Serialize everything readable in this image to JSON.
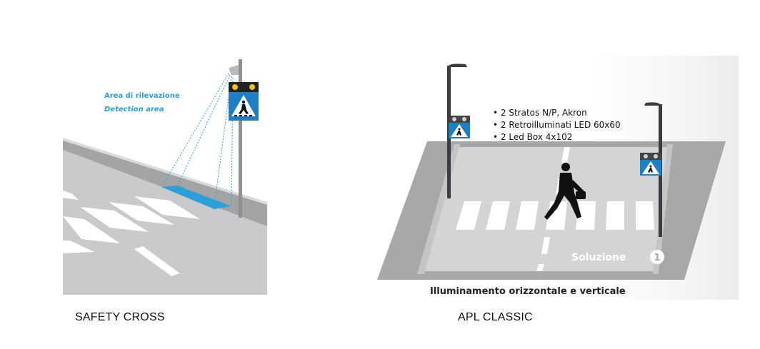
{
  "left": {
    "detection_label_it": "Area di rilevazione",
    "detection_label_en": "Detection area",
    "caption": "SAFETY CROSS"
  },
  "right": {
    "bullets": [
      "• 2 Stratos N/P, Akron",
      "• 2 Retroilluminati LED 60x60",
      "• 2 Led Box 4x102"
    ],
    "solution_label": "Soluzione",
    "solution_number": "1",
    "subtitle": "Illuminamento orizzontale e verticale",
    "caption": "APL CLASSIC"
  },
  "colors": {
    "road": "#c8c9cb",
    "sidewalk": "#9a9b9d",
    "accent_blue": "#2b9fd8",
    "sign_blue": "#1f7fc4",
    "lamp": "#3a3d40"
  }
}
